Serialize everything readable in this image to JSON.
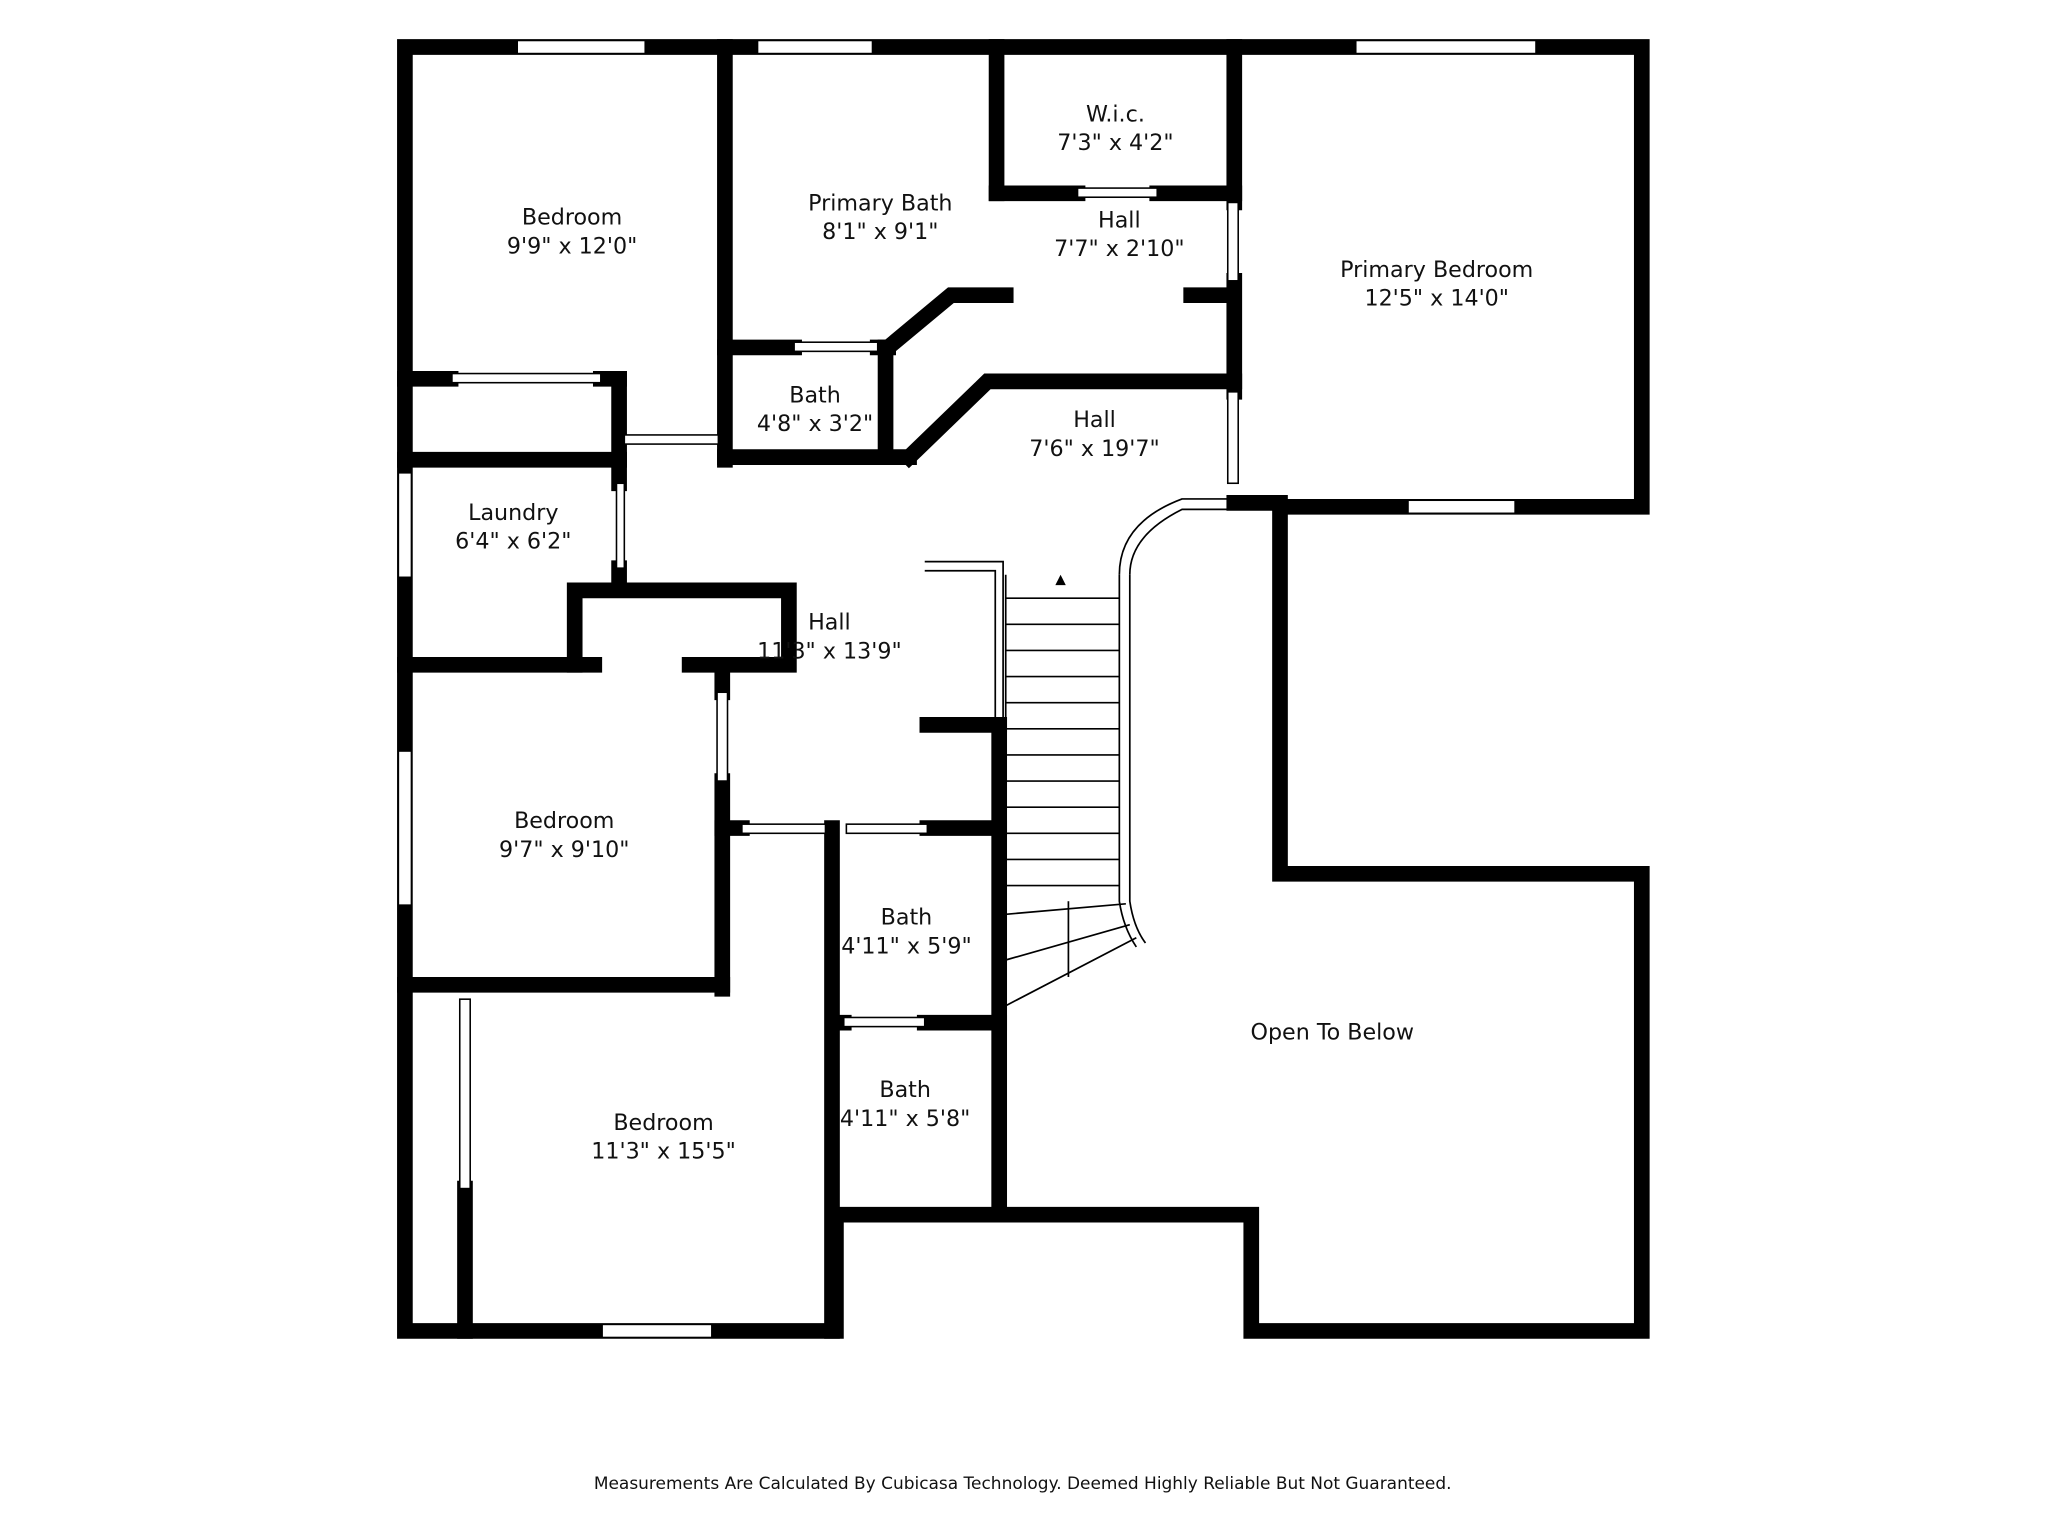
{
  "rooms": [
    {
      "name": "Bedroom",
      "size": "9'9\" x 12'0\""
    },
    {
      "name": "Primary Bath",
      "size": "8'1\" x 9'1\""
    },
    {
      "name": "W.i.c.",
      "size": "7'3\" x 4'2\""
    },
    {
      "name": "Hall",
      "size": "7'7\" x 2'10\""
    },
    {
      "name": "Primary Bedroom",
      "size": "12'5\" x 14'0\""
    },
    {
      "name": "Bath",
      "size": "4'8\" x 3'2\""
    },
    {
      "name": "Hall",
      "size": "7'6\" x 19'7\""
    },
    {
      "name": "Laundry",
      "size": "6'4\" x 6'2\""
    },
    {
      "name": "Hall",
      "size": "11'3\" x 13'9\""
    },
    {
      "name": "Bedroom",
      "size": "9'7\" x 9'10\""
    },
    {
      "name": "Bath",
      "size": "4'11\" x 5'9\""
    },
    {
      "name": "Bath",
      "size": "4'11\" x 5'8\""
    },
    {
      "name": "Bedroom",
      "size": "11'3\" x 15'5\""
    },
    {
      "name": "Open To Below",
      "size": ""
    }
  ],
  "disclaimer": "Measurements Are Calculated By Cubicasa Technology. Deemed Highly Reliable But Not Guaranteed."
}
